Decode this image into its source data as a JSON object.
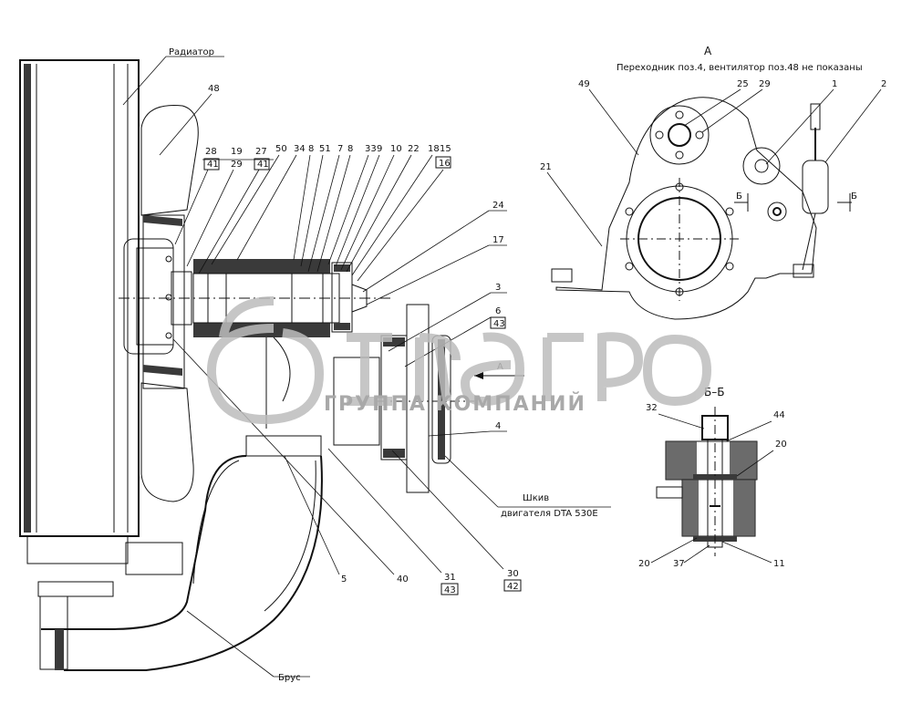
{
  "title": "Привод вентилятора",
  "view_a": {
    "label": "А",
    "note": "Переходник поз.4, вентилятор поз.48 не показаны"
  },
  "section_bb": {
    "label": "Б–Б"
  },
  "cut_marks": {
    "b_left": "Б",
    "b_right": "Б",
    "a_arrow": "А"
  },
  "text_labels": {
    "radiator": "Радиатор",
    "pulley_line1": "Шкив",
    "pulley_line2": "двигателя DTA 530E",
    "beam": "Брус"
  },
  "watermark": {
    "brand": "белагро",
    "sub": "ГРУППА КОМПАНИЙ"
  },
  "callouts_main": {
    "c48": "48",
    "c28": "28",
    "c41a": "41",
    "c19": "19",
    "c29": "29",
    "c27": "27",
    "c41b": "41",
    "c50": "50",
    "c34": "34",
    "c8a": "8",
    "c51": "51",
    "c7": "7",
    "c8b": "8",
    "c33": "33",
    "c9": "9",
    "c10": "10",
    "c22": "22",
    "c18": "18",
    "c15": "15",
    "c16": "16",
    "c24": "24",
    "c17": "17",
    "c3": "3",
    "c6": "6",
    "c43a": "43",
    "c4": "4",
    "c5": "5",
    "c40": "40",
    "c31": "31",
    "c43b": "43",
    "c30": "30",
    "c42": "42"
  },
  "callouts_view_a": {
    "c49": "49",
    "c25": "25",
    "c29": "29",
    "c1": "1",
    "c2": "2",
    "c21": "21"
  },
  "callouts_bb": {
    "c32": "32",
    "c44": "44",
    "c20a": "20",
    "c20b": "20",
    "c37": "37",
    "c11": "11"
  },
  "colors": {
    "ink": "#111111",
    "hatch": "#3a3a3a",
    "watermark": "#bdbdbd",
    "background": "#ffffff"
  }
}
